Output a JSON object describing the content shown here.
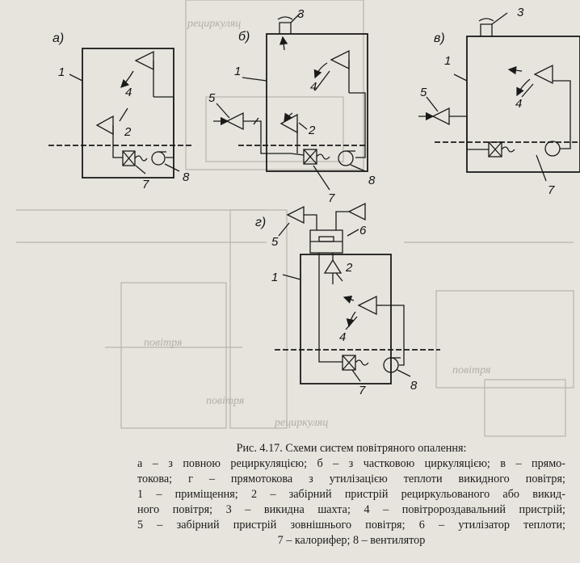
{
  "variants": {
    "a": "а)",
    "b": "б)",
    "v": "в)",
    "g": "г)"
  },
  "labels": {
    "n1": "1",
    "n2": "2",
    "n3": "3",
    "n4": "4",
    "n5": "5",
    "n6": "6",
    "n7": "7",
    "n8": "8"
  },
  "caption": {
    "title": "Рис. 4.17. Схеми систем повітряного опалення:",
    "lines": [
      "а – з повною рециркуляцією; б – з частковою циркуляцією; в – прямо-",
      "токова; г – прямотокова з утилізацією теплоти викидного повітря;",
      "1 – приміщення; 2 – забірний пристрій рециркульованого або викид-",
      "ного повітря; 3 – викидна шахта; 4 – повітророздавальний пристрій;",
      "5 – забірний пристрій зовнішнього повітря; 6 – утилізатор теплоти;"
    ],
    "last": "7 – калорифер; 8 – вентилятор"
  }
}
